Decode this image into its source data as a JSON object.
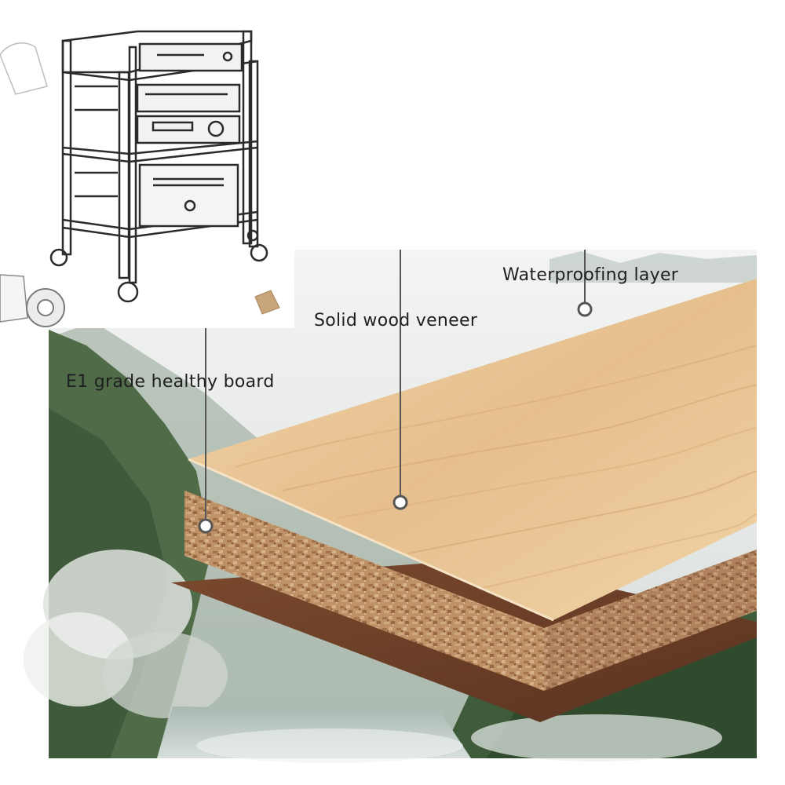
{
  "layers": {
    "waterproofing": "Waterproofing layer",
    "veneer": "Solid wood veneer",
    "board": "E1 grade healthy board"
  },
  "colors": {
    "veneer": "#e8c596",
    "board": "#b9895f",
    "backing": "#6b4027",
    "forest": "#5d7a55",
    "sky": "#eef1f2"
  },
  "icons": {
    "rack": "audio-rack-sketch-icon",
    "tape": "measuring-tape-icon",
    "swatch": "wood-swatch-icon"
  }
}
